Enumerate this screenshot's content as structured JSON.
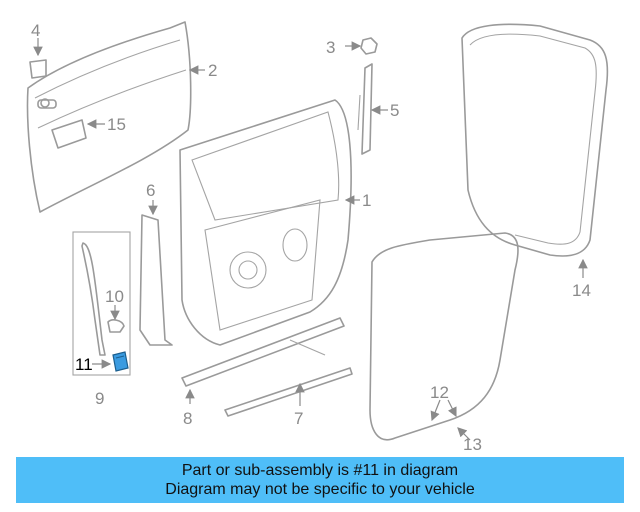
{
  "callouts": {
    "c1": "1",
    "c2": "2",
    "c3": "3",
    "c4": "4",
    "c5": "5",
    "c6": "6",
    "c7": "7",
    "c8": "8",
    "c9": "9",
    "c10": "10",
    "c11": "11",
    "c12": "12",
    "c13": "13",
    "c14": "14",
    "c15": "15"
  },
  "banner": {
    "line1": "Part or sub-assembly is #11 in diagram",
    "line2": "Diagram may not be specific to your vehicle"
  },
  "colors": {
    "banner_bg": "#4fbef8",
    "highlight_part": "#3a9be0",
    "line_art": "#9a9a9a"
  }
}
